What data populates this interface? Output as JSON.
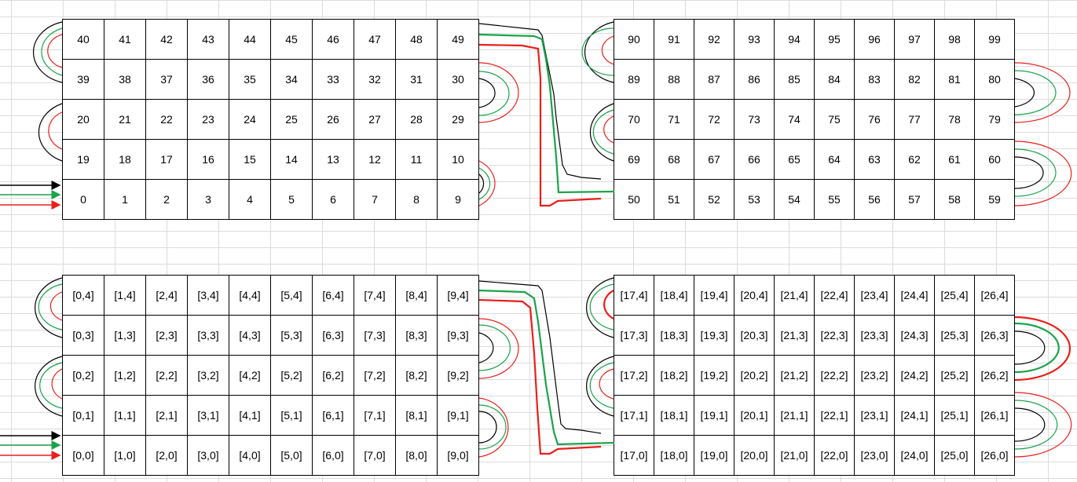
{
  "colors": {
    "black_path": "#000000",
    "green_path": "#1aa34a",
    "red_path": "#e8201a",
    "gridline": "#dcdcdc"
  },
  "top_left_grid": [
    [
      "40",
      "41",
      "42",
      "43",
      "44",
      "45",
      "46",
      "47",
      "48",
      "49"
    ],
    [
      "39",
      "38",
      "37",
      "36",
      "35",
      "34",
      "33",
      "32",
      "31",
      "30"
    ],
    [
      "20",
      "21",
      "22",
      "23",
      "24",
      "25",
      "26",
      "27",
      "28",
      "29"
    ],
    [
      "19",
      "18",
      "17",
      "16",
      "15",
      "14",
      "13",
      "12",
      "11",
      "10"
    ],
    [
      "0",
      "1",
      "2",
      "3",
      "4",
      "5",
      "6",
      "7",
      "8",
      "9"
    ]
  ],
  "top_right_grid": [
    [
      "90",
      "91",
      "92",
      "93",
      "94",
      "95",
      "96",
      "97",
      "98",
      "99"
    ],
    [
      "89",
      "88",
      "87",
      "86",
      "85",
      "84",
      "83",
      "82",
      "81",
      "80"
    ],
    [
      "70",
      "71",
      "72",
      "73",
      "74",
      "75",
      "76",
      "77",
      "78",
      "79"
    ],
    [
      "69",
      "68",
      "67",
      "66",
      "65",
      "64",
      "63",
      "62",
      "61",
      "60"
    ],
    [
      "50",
      "51",
      "52",
      "53",
      "54",
      "55",
      "56",
      "57",
      "58",
      "59"
    ]
  ],
  "bottom_left_grid": [
    [
      "[0,4]",
      "[1,4]",
      "[2,4]",
      "[3,4]",
      "[4,4]",
      "[5,4]",
      "[6,4]",
      "[7,4]",
      "[8,4]",
      "[9,4]"
    ],
    [
      "[0,3]",
      "[1,3]",
      "[2,3]",
      "[3,3]",
      "[4,3]",
      "[5,3]",
      "[6,3]",
      "[7,3]",
      "[8,3]",
      "[9,3]"
    ],
    [
      "[0,2]",
      "[1,2]",
      "[2,2]",
      "[3,2]",
      "[4,2]",
      "[5,2]",
      "[6,2]",
      "[7,2]",
      "[8,2]",
      "[9,2]"
    ],
    [
      "[0,1]",
      "[1,1]",
      "[2,1]",
      "[3,1]",
      "[4,1]",
      "[5,1]",
      "[6,1]",
      "[7,1]",
      "[8,1]",
      "[9,1]"
    ],
    [
      "[0,0]",
      "[1,0]",
      "[2,0]",
      "[3,0]",
      "[4,0]",
      "[5,0]",
      "[6,0]",
      "[7,0]",
      "[8,0]",
      "[9,0]"
    ]
  ],
  "bottom_right_grid": [
    [
      "[17,4]",
      "[18,4]",
      "[19,4]",
      "[20,4]",
      "[21,4]",
      "[22,4]",
      "[23,4]",
      "[24,4]",
      "[25,4]",
      "[26,4]"
    ],
    [
      "[17,3]",
      "[18,3]",
      "[19,3]",
      "[20,3]",
      "[21,3]",
      "[22,3]",
      "[23,3]",
      "[24,3]",
      "[25,3]",
      "[26,3]"
    ],
    [
      "[17,2]",
      "[18,2]",
      "[19,2]",
      "[20,2]",
      "[21,2]",
      "[22,2]",
      "[23,2]",
      "[24,2]",
      "[25,2]",
      "[26,2]"
    ],
    [
      "[17,1]",
      "[18,1]",
      "[19,1]",
      "[20,1]",
      "[21,1]",
      "[22,1]",
      "[23,1]",
      "[24,1]",
      "[25,1]",
      "[26,1]"
    ],
    [
      "[17,0]",
      "[18,0]",
      "[19,0]",
      "[20,0]",
      "[21,0]",
      "[22,0]",
      "[23,0]",
      "[24,0]",
      "[25,0]",
      "[26,0]"
    ]
  ]
}
